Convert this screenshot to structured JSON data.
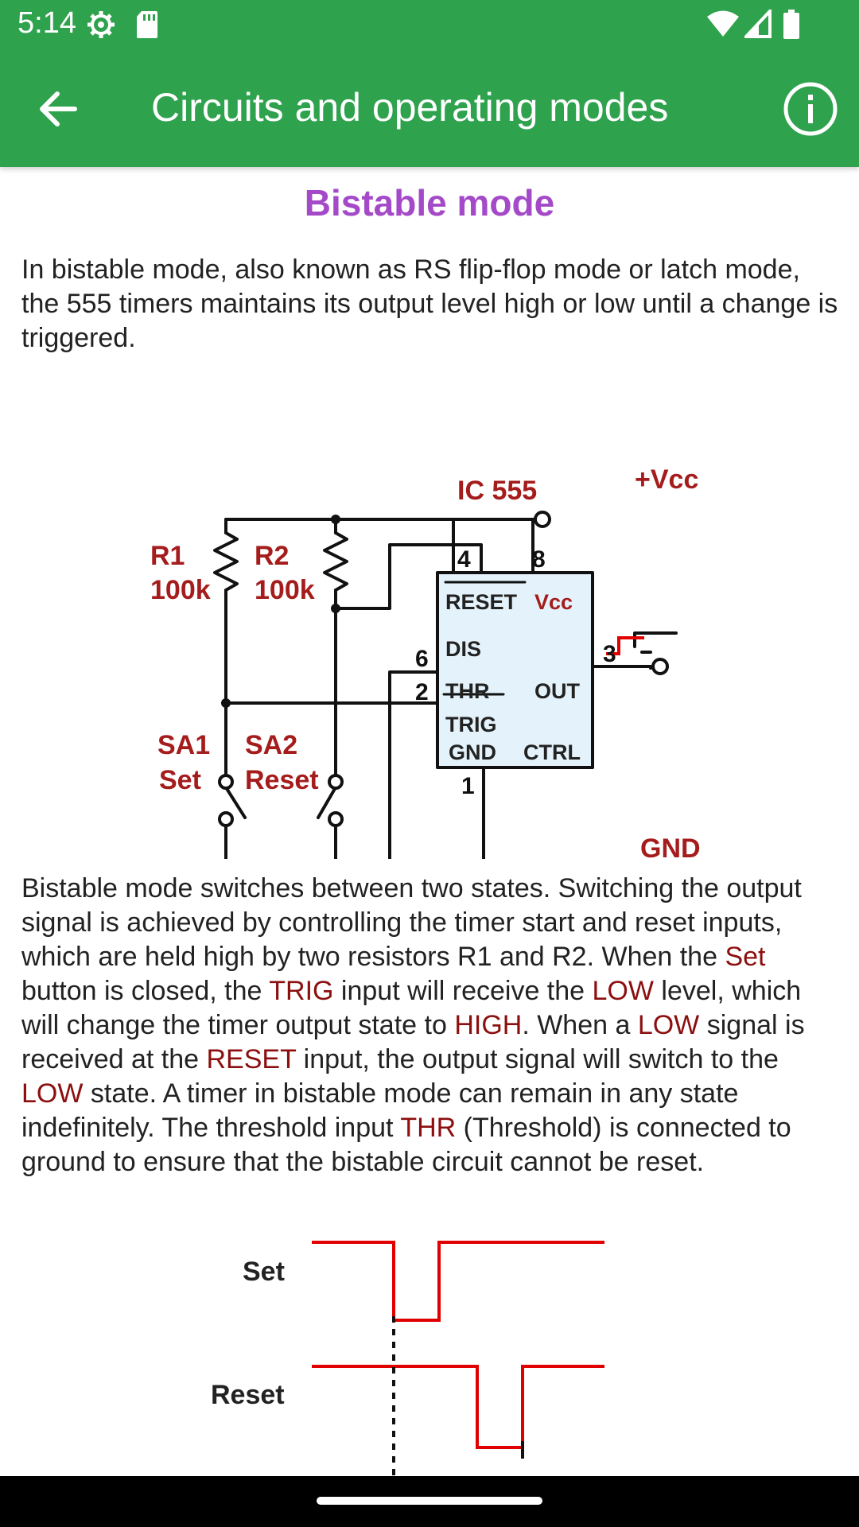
{
  "status_bar": {
    "time": "5:14",
    "icons": [
      "settings-icon",
      "sd-card-icon",
      "wifi-icon",
      "signal-icon",
      "battery-icon"
    ]
  },
  "toolbar": {
    "title": "Circuits and operating modes",
    "back_icon": "arrow-back-icon",
    "info_icon": "info-icon"
  },
  "colors": {
    "appbar": "#2fa24e",
    "title_purple": "#a44ac8",
    "highlight_red": "#8c0f0f",
    "signal_red": "#e00000"
  },
  "section": {
    "title": "Bistable mode",
    "intro": "In bistable mode, also known as RS flip-flop mode or latch mode, the 555 timers maintains its output level high or low until a change is triggered.",
    "body": {
      "t1": "Bistable mode switches between two states. Switching the output signal is achieved by controlling the timer start and reset inputs, which are held high by two resistors R1 and R2. When the ",
      "h1": "Set",
      "t2": " button is closed, the ",
      "h2": "TRIG",
      "t3": " input will receive the ",
      "h3": "LOW",
      "t4": " level, which will change the timer output state to ",
      "h4": "HIGH",
      "t5": ". When a ",
      "h5": "LOW",
      "t6": " signal is received at the ",
      "h6": "RESET",
      "t7": " input, the output signal will switch to the ",
      "h7": "LOW",
      "t8": " state. A timer in bistable mode can remain in any state indefinitely. The threshold input ",
      "h8": "THR",
      "t9": " (Threshold) is connected to ground to ensure that the bistable circuit cannot be reset."
    }
  },
  "circuit": {
    "ic_label": "IC 555",
    "vcc_label": "+Vcc",
    "gnd_label": "GND",
    "r1_name": "R1",
    "r1_value": "100k",
    "r2_name": "R2",
    "r2_value": "100k",
    "sa1_name": "SA1",
    "sa1_label": "Set",
    "sa2_name": "SA2",
    "sa2_label": "Reset",
    "pin4": "4",
    "pin8": "8",
    "pin6": "6",
    "pin2": "2",
    "pin3": "3",
    "pin1": "1",
    "reset_pin": "RESET",
    "vcc_pin": "Vcc",
    "dis_pin": "DIS",
    "thr_pin": "THR",
    "out_pin": "OUT",
    "trig_pin": "TRIG",
    "gnd_pin": "GND",
    "ctrl_pin": "CTRL"
  },
  "timing": {
    "set_label": "Set",
    "reset_label": "Reset"
  }
}
